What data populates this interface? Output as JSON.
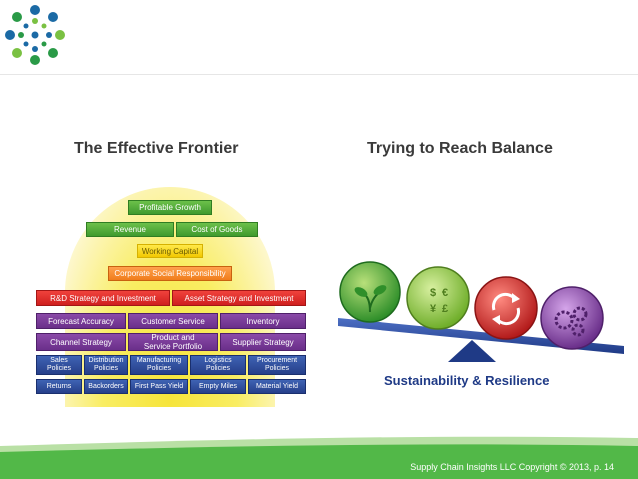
{
  "slide": {
    "title_left": "The Effective Frontier",
    "title_right": "Trying to Reach Balance",
    "footer": "Supply Chain Insights LLC Copyright © 2013, p. 14"
  },
  "logo": {
    "icon": "dots-logo-icon",
    "colors": [
      "#1b6aa5",
      "#2a9a47",
      "#7ac142"
    ]
  },
  "frontier": {
    "top": "Profitable Growth",
    "row2": [
      "Revenue",
      "Cost of Goods"
    ],
    "row3": "Working Capital",
    "row4": "Corporate Social Responsibility",
    "row5": [
      "R&D Strategy and Investment",
      "Asset Strategy and Investment"
    ],
    "row6": [
      "Forecast Accuracy",
      "Customer Service",
      "Inventory"
    ],
    "row7": [
      "Channel Strategy",
      "Product and Service Portfolio",
      "Supplier Strategy"
    ],
    "row8": [
      "Sales Policies",
      "Distribution Policies",
      "Manufacturing Policies",
      "Logistics Policies",
      "Procurement Policies"
    ],
    "row9": [
      "Returns",
      "Backorders",
      "First Pass Yield",
      "Empty Miles",
      "Material Yield"
    ]
  },
  "balance": {
    "balls": [
      "GROWTH",
      "PROFITABILITY",
      "CYCLE",
      "COMPLEXITY"
    ],
    "currency": [
      "$",
      "€",
      "¥",
      "£"
    ],
    "caption": "Sustainability & Resilience",
    "colors": {
      "growth": "#3fa535",
      "profitability": "#8dc63f",
      "cycle": "#d9262c",
      "complexity": "#8a3fa8",
      "beam": "#2b4aa0"
    }
  },
  "colors": {
    "footer": "#52b848",
    "heading": "#3a3a3a"
  }
}
